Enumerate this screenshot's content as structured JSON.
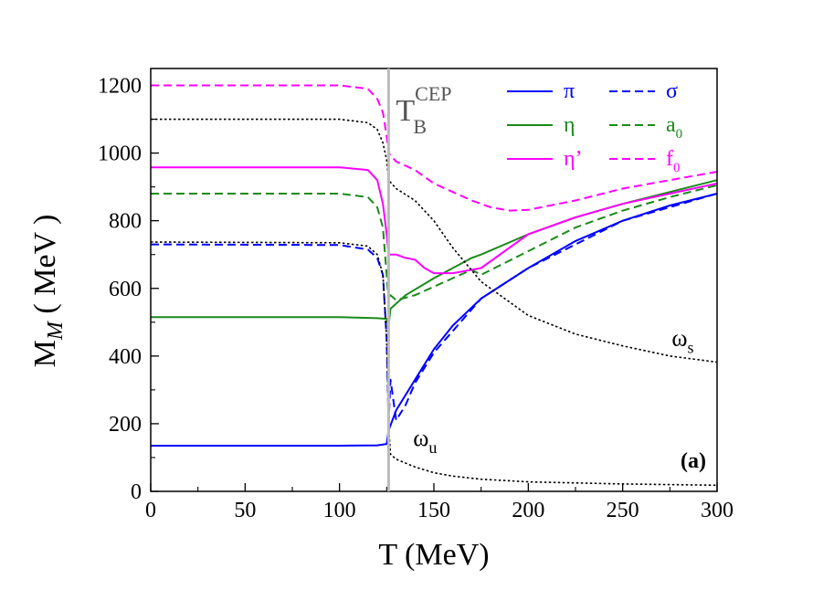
{
  "chart_data": {
    "type": "line",
    "xlabel": "T (MeV)",
    "ylabel_main": "M",
    "ylabel_sub": "M",
    "ylabel_tail": " ( MeV )",
    "xlim": [
      0,
      300
    ],
    "ylim": [
      0,
      1250
    ],
    "xticks": [
      0,
      50,
      100,
      150,
      200,
      250,
      300
    ],
    "yticks": [
      0,
      200,
      400,
      600,
      800,
      1000,
      1200
    ],
    "vline": {
      "x": 126,
      "label_main": "T",
      "label_sub": "B",
      "label_sup": "CEP",
      "color": "#bbbbbb"
    },
    "panel_label": "(a)",
    "legend_position": "top-right",
    "colors": {
      "blue": "#0000ff",
      "green": "#1a8a1a",
      "magenta": "#ff00ff",
      "black": "#000000"
    },
    "series": [
      {
        "name": "π",
        "color": "#0000ff",
        "dash": "solid",
        "points": [
          [
            0,
            135
          ],
          [
            100,
            135
          ],
          [
            120,
            136
          ],
          [
            125,
            140
          ],
          [
            126,
            180
          ],
          [
            130,
            240
          ],
          [
            140,
            330
          ],
          [
            150,
            420
          ],
          [
            160,
            490
          ],
          [
            175,
            570
          ],
          [
            200,
            660
          ],
          [
            225,
            740
          ],
          [
            250,
            800
          ],
          [
            275,
            845
          ],
          [
            300,
            880
          ]
        ]
      },
      {
        "name": "σ",
        "color": "#0000ff",
        "dash": "dashed",
        "points": [
          [
            0,
            730
          ],
          [
            100,
            728
          ],
          [
            115,
            715
          ],
          [
            120,
            690
          ],
          [
            123,
            640
          ],
          [
            125,
            450
          ],
          [
            126,
            200
          ],
          [
            127,
            330
          ],
          [
            130,
            210
          ],
          [
            135,
            255
          ],
          [
            140,
            320
          ],
          [
            150,
            410
          ],
          [
            175,
            570
          ],
          [
            200,
            660
          ],
          [
            250,
            800
          ],
          [
            300,
            880
          ]
        ]
      },
      {
        "name": "η",
        "color": "#1a8a1a",
        "dash": "solid",
        "points": [
          [
            0,
            515
          ],
          [
            100,
            515
          ],
          [
            120,
            512
          ],
          [
            125,
            510
          ],
          [
            126,
            490
          ],
          [
            127,
            540
          ],
          [
            135,
            580
          ],
          [
            150,
            630
          ],
          [
            170,
            690
          ],
          [
            175,
            700
          ],
          [
            200,
            760
          ],
          [
            225,
            810
          ],
          [
            250,
            850
          ],
          [
            275,
            885
          ],
          [
            300,
            920
          ]
        ]
      },
      {
        "name": "a",
        "name_sub": "0",
        "color": "#1a8a1a",
        "dash": "dashed",
        "points": [
          [
            0,
            880
          ],
          [
            100,
            880
          ],
          [
            115,
            870
          ],
          [
            120,
            840
          ],
          [
            123,
            780
          ],
          [
            125,
            640
          ],
          [
            126,
            560
          ],
          [
            127,
            580
          ],
          [
            130,
            565
          ],
          [
            140,
            580
          ],
          [
            150,
            605
          ],
          [
            160,
            630
          ],
          [
            170,
            655
          ],
          [
            175,
            640
          ],
          [
            200,
            710
          ],
          [
            225,
            780
          ],
          [
            250,
            830
          ],
          [
            275,
            870
          ],
          [
            300,
            905
          ]
        ]
      },
      {
        "name": "η’",
        "color": "#ff00ff",
        "dash": "solid",
        "points": [
          [
            0,
            958
          ],
          [
            100,
            958
          ],
          [
            115,
            950
          ],
          [
            120,
            920
          ],
          [
            123,
            850
          ],
          [
            125,
            760
          ],
          [
            126,
            700
          ],
          [
            130,
            700
          ],
          [
            135,
            690
          ],
          [
            140,
            685
          ],
          [
            145,
            660
          ],
          [
            150,
            645
          ],
          [
            160,
            645
          ],
          [
            170,
            655
          ],
          [
            175,
            660
          ],
          [
            200,
            760
          ],
          [
            225,
            810
          ],
          [
            250,
            850
          ],
          [
            275,
            880
          ],
          [
            300,
            910
          ]
        ]
      },
      {
        "name": "f",
        "name_sub": "0",
        "color": "#ff00ff",
        "dash": "dashed",
        "points": [
          [
            0,
            1200
          ],
          [
            100,
            1200
          ],
          [
            115,
            1190
          ],
          [
            120,
            1160
          ],
          [
            123,
            1120
          ],
          [
            125,
            1050
          ],
          [
            126,
            1000
          ],
          [
            130,
            975
          ],
          [
            140,
            950
          ],
          [
            150,
            910
          ],
          [
            170,
            860
          ],
          [
            180,
            840
          ],
          [
            190,
            830
          ],
          [
            200,
            832
          ],
          [
            225,
            860
          ],
          [
            250,
            895
          ],
          [
            275,
            920
          ],
          [
            300,
            945
          ]
        ]
      },
      {
        "name": "",
        "color": "#000000",
        "dash": "dotted",
        "points": [
          [
            0,
            1100
          ],
          [
            100,
            1100
          ],
          [
            115,
            1090
          ],
          [
            120,
            1070
          ],
          [
            123,
            1030
          ],
          [
            125,
            980
          ],
          [
            126,
            920
          ],
          [
            130,
            895
          ],
          [
            140,
            860
          ],
          [
            150,
            800
          ],
          [
            160,
            720
          ],
          [
            175,
            620
          ],
          [
            200,
            520
          ],
          [
            225,
            465
          ],
          [
            250,
            430
          ],
          [
            275,
            400
          ],
          [
            300,
            382
          ]
        ]
      },
      {
        "name": "",
        "color": "#000000",
        "dash": "dotted",
        "points": [
          [
            0,
            737
          ],
          [
            100,
            735
          ],
          [
            115,
            725
          ],
          [
            120,
            700
          ],
          [
            123,
            640
          ],
          [
            125,
            450
          ],
          [
            126,
            200
          ],
          [
            127,
            110
          ],
          [
            130,
            95
          ],
          [
            140,
            72
          ],
          [
            150,
            55
          ],
          [
            160,
            45
          ],
          [
            175,
            36
          ],
          [
            200,
            28
          ],
          [
            250,
            22
          ],
          [
            300,
            18
          ]
        ]
      }
    ],
    "legend": [
      {
        "label": "π",
        "sub": "",
        "color": "#0000ff",
        "dash": "solid"
      },
      {
        "label": "σ",
        "sub": "",
        "color": "#0000ff",
        "dash": "dashed"
      },
      {
        "label": "η",
        "sub": "",
        "color": "#1a8a1a",
        "dash": "solid"
      },
      {
        "label": "a",
        "sub": "0",
        "color": "#1a8a1a",
        "dash": "dashed"
      },
      {
        "label": "η’",
        "sub": "",
        "color": "#ff00ff",
        "dash": "solid"
      },
      {
        "label": "f",
        "sub": "0",
        "color": "#ff00ff",
        "dash": "dashed"
      }
    ],
    "annotations": [
      {
        "main": "ω",
        "sub": "s",
        "x": 276,
        "y": 430
      },
      {
        "main": "ω",
        "sub": "u",
        "x": 139,
        "y": 135
      }
    ]
  }
}
